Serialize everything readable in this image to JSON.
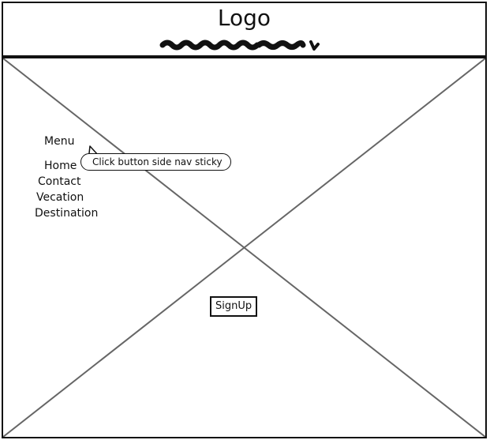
{
  "header": {
    "logo_text": "Logo"
  },
  "sidebar": {
    "menu_label": "Menu",
    "items": [
      {
        "label": "Home"
      },
      {
        "label": "Contact"
      },
      {
        "label": "Vecation"
      },
      {
        "label": "Destination"
      }
    ]
  },
  "annotation": {
    "text": "Click button side nav sticky"
  },
  "main": {
    "signup_label": "SignUp"
  },
  "colors": {
    "ink": "#111111",
    "placeholder_lines": "#666666",
    "background": "#ffffff"
  }
}
